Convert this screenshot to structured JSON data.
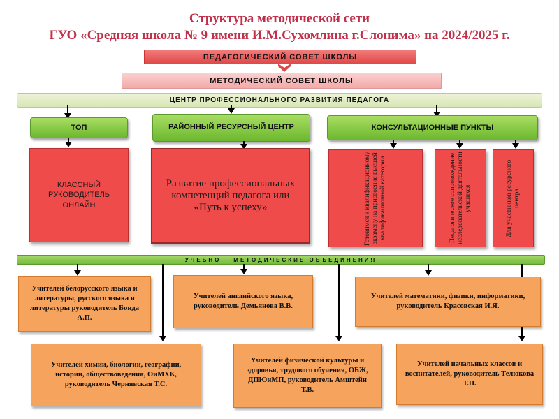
{
  "title_line1": "Структура методической сети",
  "title_line2": "ГУО «Средняя школа № 9 имени И.М.Сухомлина г.Слонима» на 2024/2025 г.",
  "ped_council": "ПЕДАГОГИЧЕСКИЙ  СОВЕТ  ШКОЛЫ",
  "method_council": "МЕТОДИЧЕСКИЙ  СОВЕТ  ШКОЛЫ",
  "center": "ЦЕНТР   ПРОФЕССИОНАЛЬНОГО   РАЗВИТИЯ   ПЕДАГОГА",
  "branches": {
    "top": "ТОП",
    "resource_center": "РАЙОННЫЙ РЕСУРСНЫЙ ЦЕНТР",
    "consult_points": "КОНСУЛЬТАЦИОННЫЕ ПУНКТЫ"
  },
  "red_boxes": {
    "class_teacher": "КЛАССНЫЙ РУКОВОДИТЕЛЬ ОНЛАЙН",
    "development": "Развитие профессиональных компетенций педагога или «Путь к успеху»",
    "exam_prep": "Готовимся к квалификационному экзамену на присвоение высшей квалификационной категории",
    "research": "Педагогическое сопровождение исследовательской деятельности учащихся",
    "participants": "Для участников ресурсного центра"
  },
  "unions_label": "УЧЕБНО – МЕТОДИЧЕСКИЕ  ОБЪЕДИНЕНИЯ",
  "unions": {
    "belarusian": "Учителей белорусского языка и литературы, русского языка и литературы руководитель Бонда А.П.",
    "english": "Учителей английского языка, руководитель Демьянова В.В.",
    "math": "Учителей математики, физики, информатики, руководитель Красовская И.Я.",
    "chemistry": "Учителей химии, биологии, географии, истории, обществоведения, ОиМХК, руководитель Чернявская Т.С.",
    "physical": "Учителей физической культуры и здоровья, трудового обучения, ОБЖ, ДПЮиМП, руководитель Амштейн Т.В.",
    "primary": "Учителей начальных классов и воспитателей, руководитель Телюкова Т.Н."
  },
  "colors": {
    "title": "#c0304a",
    "red_box": "#f04b4b",
    "green": "#74bb3a",
    "orange": "#f6a35e"
  }
}
